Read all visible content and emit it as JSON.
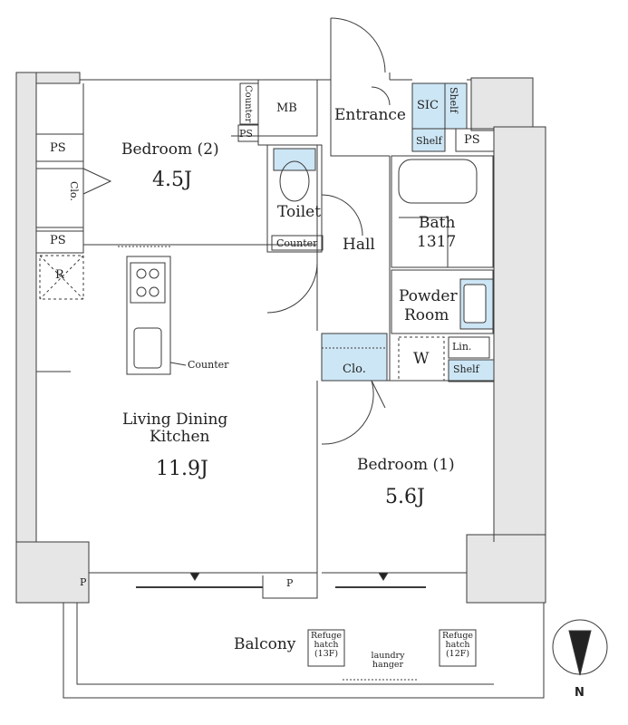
{
  "rooms": {
    "bedroom2": {
      "label": "Bedroom (2)",
      "size": "4.5J"
    },
    "bedroom1": {
      "label": "Bedroom (1)",
      "size": "5.6J"
    },
    "ldk": {
      "line1": "Living Dining",
      "line2": "Kitchen",
      "size": "11.9J"
    },
    "entrance": "Entrance",
    "toilet": "Toilet",
    "hall": "Hall",
    "bath": {
      "label": "Bath",
      "size": "1317"
    },
    "powder": {
      "line1": "Powder",
      "line2": "Room"
    },
    "balcony": "Balcony",
    "mb": "MB"
  },
  "labels": {
    "ps": "PS",
    "clo": "Clo.",
    "shelf": "Shelf",
    "sic": "SIC",
    "lin": "Lin.",
    "counter": "Counter",
    "r": "R",
    "w": "W",
    "p": "P",
    "refuge_13": "Refuge hatch (13F)",
    "refuge_12": "Refuge hatch (12F)",
    "laundry": "laundry hanger",
    "north": "N"
  },
  "colors": {
    "wall": "#e6e6e6",
    "fixture": "#cde6f5",
    "line": "#3a3a3a"
  }
}
